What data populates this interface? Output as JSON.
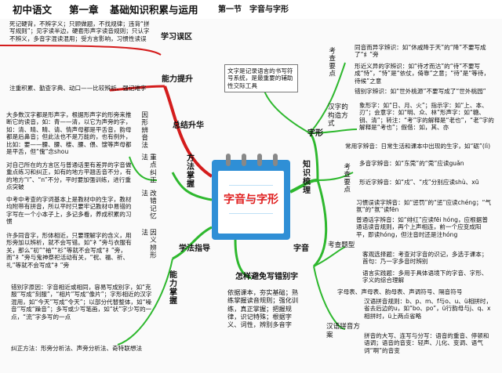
{
  "header": {
    "course": "初中语文",
    "chapter": "第一章",
    "chapter_title": "基础知识积累与运用",
    "section": "第一节",
    "section_title": "字音与字形"
  },
  "center": {
    "title": "字音与字形"
  },
  "colors": {
    "green": "#2eb82e",
    "red": "#d41c1c",
    "blue": "#2f8fd6",
    "gray": "#7a7a7a"
  },
  "left": {
    "warning": "死记硬背，不辨字义；只顾做题，不找规律；违背“拼写规则”；见字读半边，硬套形声字读音规则；只认字不辨义，多音字混读混用；受方言影响，习惯性读误",
    "study_misconceptions": "学习误区",
    "ability_boost": "能力提升",
    "boost_tips": "注重积累、勤查字典、动口——比较辨析、强记难字",
    "summary": "总结升华",
    "pictophonetic_note": "大多数汉字都是形声字，根据形声字的形旁来推断它的读音，如：青——清，以它为声旁的字，如：清、晴、睛、请、情声母都是平舌音，韵母都是后鼻音；但此法也不是万能的，也有例外，比如：要——腰、腰、楼、腰、偎、馊等声母都是平舌，但“傀”念shou",
    "pictophonetic_label": "因形辨音法",
    "key_focus_note": "对自己所在的方言区与普通话里有差异的字音做重点练习和纠正，如有的地方平翘舌音不分，有的地方“l”、“n”不分，平时要加强训练，进行重点突破",
    "key_focus_label": "重点纠正法",
    "mnemonic_note": "中考中考查的字词基本上是教材中的生字，教材均附带有拼音，所以平时只要牢记教材中易错的字写在一个小本子上，多记多看，养成积累的习惯",
    "mnemonic_label": "改错记忆法",
    "meaning_note": "许多同音字，形体相近，只要理解字的含义，用形旁加以辨析，就不会写错。如“衤”旁与衣服有关，那么“初”“袖”“衫”等就不会写成“礻”旁，而“礻”旁与鬼神祭祀活动有关，“祝、福、祈、礼”等就不会写成“衤”旁",
    "meaning_label": "因义辨形法",
    "method_mastery": "方法掌握",
    "study_guide": "学法指导",
    "ability_mastery": "能力掌握",
    "typo_note": "错别字原因：字音相近或相同，容易写成别字，如“克服”写成“刻服”，“相片”写成“像片”；字形相近的汉字混用，如“今天”写成“令天”；以部分代替整体，如“噪音”写成“躁音”；多写或少写笔画，如“状”字少写的一点，“流”字多写的一点",
    "correction_note": "纠正方法：形旁分析法、声旁分析法、奇特联想法"
  },
  "right": {
    "definition": "文字是记录语言的书写符号系统，是最重要的辅助性交际工具",
    "zixing": "字形",
    "knowledge": "知识梳理",
    "exam_points": "考查要点",
    "homophone": "同音而异字辨识：如“休戚降于天”的“降”不要写成了“纟”旁",
    "similar_form": "形近义异的字辨识：如“待才而沽”的“待”不要写成“恃”，“恃”是“依仗，倚靠”之意；“待”是“等待，待候”之意",
    "mistake": "错别字辨识：如“世外桃源”不要写成了“世外桃园”",
    "construction": "汉字的构造方式",
    "liushu": "象形字：如“日、月、火”；指示字：如“上、本、刃”；会意字：如“明、众、林”形声字：如“糖、钥、清”；转注：“考”字的解释是“老也”，“老”字的解释是“考也”；假借：如，其、亦",
    "common_sense": "常用字辨音：日常生活和课本中出现的生字，如“砺”(lì)",
    "ziyin": "字音",
    "pron_points": "考查要点",
    "polyphone": "多音字辨音：如“东莞”的“莞”应读guǎn",
    "similar_pron": "形近字辨音：如“戍”、“戌”分别应读shù、xū",
    "habit_error": "习惯误读字辨音：如“惩罚”的“惩”应读chéng；“气氛”的“氛”读fēn",
    "standard": "普通话字辨音：如“绯红”应读fēi hóng，应根据普通话读音规则，再个上声相连，前一个应变成阳平，即读hóng，但注音时还是注hóng",
    "question_types": "考查题型",
    "choice": "客观选择题：考查对字音的识记，多选于课本；首句：乃一字多音时辨别",
    "fill": "语言实践题：多用于具体语境下的字音、字形、字义的综合理解",
    "pinyin_rules": "字母表、声母表、韵母表、声调符号、隔音符号",
    "pinyin_system": "汉语拼音方案",
    "pinyin_detail": "汉语拼音规则：b、p、m、f与o、u、ü相拼时，省去后边的u，如“bo、po”，ü行韵母与j、q、x相拼时，ü上两点省略",
    "pinyin_notes": "拼音的大写、连写与分写：语音的重音、停顿和语调；语音的音变：轻声、儿化、变调、语气词“啊”的音变",
    "avoid": "怎样避免写错别字",
    "avoid_tips": "依据课本，夯实基础；熟练掌握读音规则；强化训练，真正掌握；把握规律，识记特殊；根据字义、词性，辨别多音字"
  }
}
